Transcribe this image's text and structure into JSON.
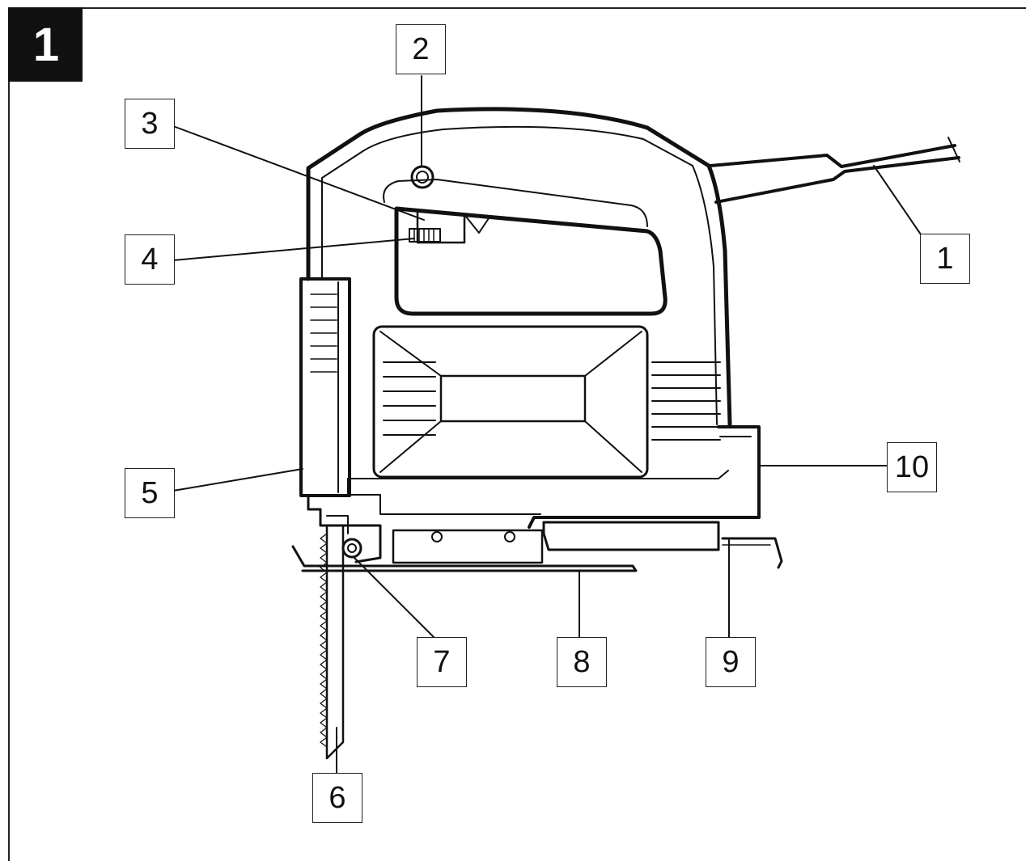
{
  "figure": {
    "number": "1"
  },
  "callouts": [
    {
      "id": "c1",
      "label": "1"
    },
    {
      "id": "c2",
      "label": "2"
    },
    {
      "id": "c3",
      "label": "3"
    },
    {
      "id": "c4",
      "label": "4"
    },
    {
      "id": "c5",
      "label": "5"
    },
    {
      "id": "c6",
      "label": "6"
    },
    {
      "id": "c7",
      "label": "7"
    },
    {
      "id": "c8",
      "label": "8"
    },
    {
      "id": "c9",
      "label": "9"
    },
    {
      "id": "c10",
      "label": "10"
    }
  ],
  "colors": {
    "ink": "#111111",
    "background": "#ffffff"
  }
}
